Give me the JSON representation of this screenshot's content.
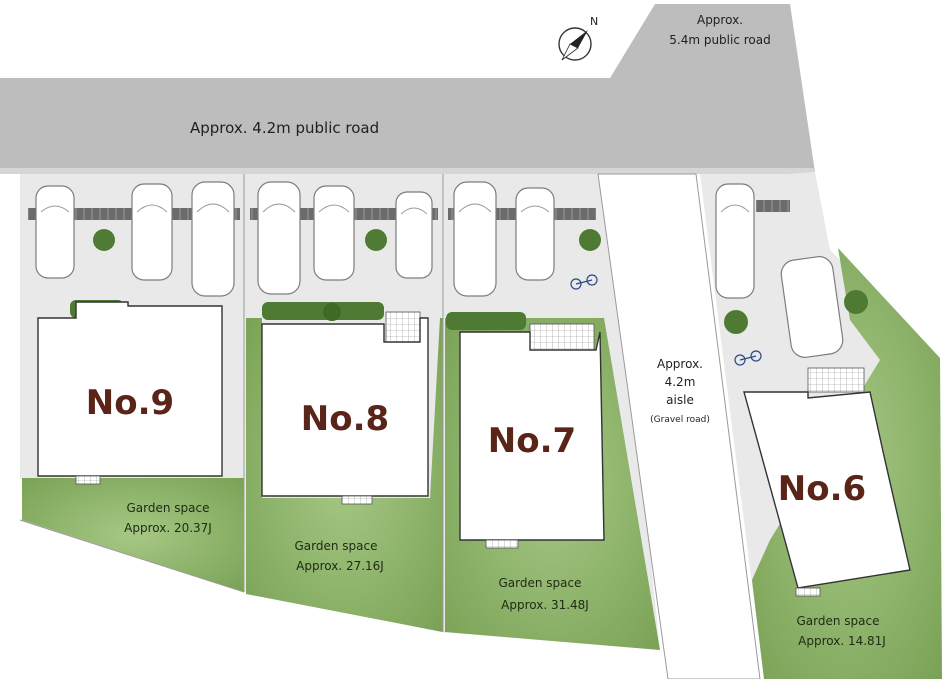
{
  "compass": {
    "north_label": "N"
  },
  "roads": {
    "main": "Approx. 4.2m public road",
    "east_line1": "Approx.",
    "east_line2": "5.4m public road"
  },
  "aisle": {
    "line1": "Approx.",
    "line2": "4.2m",
    "line3": "aisle",
    "line4": "(Gravel road)"
  },
  "lots": [
    {
      "house": "No.9",
      "garden_line1": "Garden space",
      "garden_line2": "Approx. 20.37J"
    },
    {
      "house": "No.8",
      "garden_line1": "Garden space",
      "garden_line2": "Approx. 27.16J"
    },
    {
      "house": "No.7",
      "garden_line1": "Garden space",
      "garden_line2": "Approx. 31.48J"
    },
    {
      "house": "No.6",
      "garden_line1": "Garden space",
      "garden_line2": "Approx. 14.81J"
    }
  ],
  "colors": {
    "road": "#bdbdbd",
    "lawn": "#7fa85a",
    "lawn_light": "#9cc07a",
    "parking": "#e7e7e7",
    "aisle": "#ffffff",
    "house": "#ffffff",
    "house_text": "#5a2418",
    "hedge": "#4f7a33"
  }
}
